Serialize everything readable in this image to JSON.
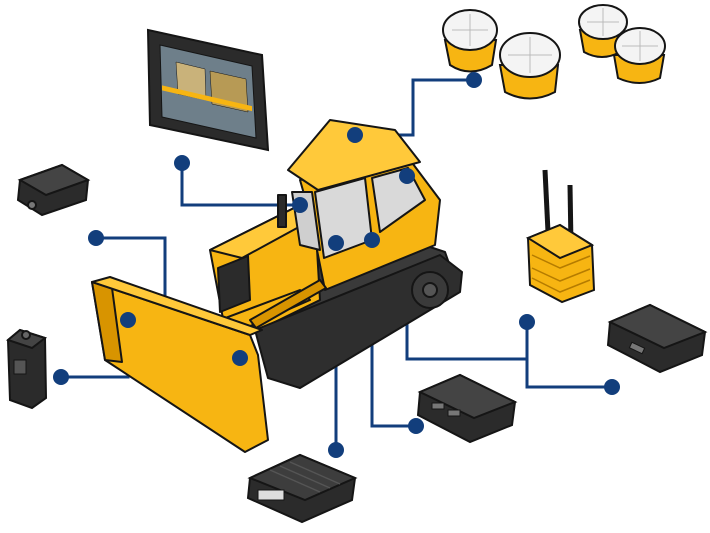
{
  "diagram": {
    "machine": "bulldozer",
    "colors": {
      "machine_yellow": "#F7B512",
      "machine_shade": "#D89400",
      "track": "#2E2E2E",
      "connector_blue": "#123E7C",
      "device_dark": "#2B2B2B",
      "antenna_white": "#F4F4F4",
      "window": "#D9D9D9",
      "outline": "#151515"
    },
    "components": [
      {
        "name": "tablet-display",
        "icon": "tablet-icon"
      },
      {
        "name": "gnss-antennas",
        "icon": "dome-antenna-icon"
      },
      {
        "name": "control-module-left",
        "icon": "module-icon"
      },
      {
        "name": "sensor-module-left",
        "icon": "sensor-icon"
      },
      {
        "name": "radio-modem",
        "icon": "radio-icon"
      },
      {
        "name": "receiver-right",
        "icon": "receiver-icon"
      },
      {
        "name": "controller-box",
        "icon": "controller-icon"
      },
      {
        "name": "ecu-box",
        "icon": "ecu-icon"
      }
    ]
  }
}
